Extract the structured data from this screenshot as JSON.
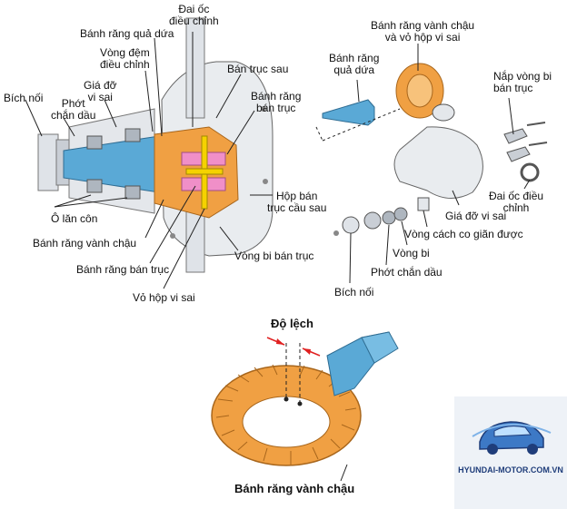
{
  "labels": {
    "dai_oc_top": "Đai ốc\nđiều chỉnh",
    "banh_rang_qua_dua_left": "Bánh răng quả dứa",
    "vong_dem": "Vòng đệm\nđiều chỉnh",
    "gia_do_left": "Giá đỡ\nvi sai",
    "phot_chan_dau_left": "Phớt\nchắn dầu",
    "bich_noi_left": "Bích nối",
    "ban_truc_sau": "Bán trục sau",
    "banh_rang_ban_truc_top": "Bánh răng\nbán trục",
    "hop_ban_truc": "Hộp bán\ntrục cầu sau",
    "o_lan_con": "Ô lăn côn",
    "banh_rang_vanh_chau_left": "Bánh răng vành chậu",
    "banh_rang_ban_truc_bottom": "Bánh răng bán trục",
    "vo_hop_vi_sai": "Vỏ hộp vi sai",
    "vong_bi_ban_truc": "Vòng bi bán trục",
    "banh_rang_vanh_chau_top_right": "Bánh răng vành chậu\nvà vỏ hộp vi sai",
    "banh_rang_qua_dua_right": "Bánh răng\nquả dứa",
    "nap_vong_bi": "Nắp vòng bi\nbán trục",
    "dai_oc_right": "Đai ốc điều\nchỉnh",
    "gia_do_right": "Giá đỡ vi sai",
    "vong_cach": "Vòng cách co giãn được",
    "vong_bi": "Vòng bi",
    "phot_chan_dau_right": "Phớt chắn dầu",
    "bich_noi_right": "Bích nối",
    "do_lech": "Độ lệch",
    "banh_rang_vanh_chau_bottom": "Bánh răng vành chậu"
  },
  "logo": {
    "text": "HYUNDAI-MOTOR.COM.VN"
  },
  "colors": {
    "orange": "#f0a043",
    "blue": "#5aa9d6",
    "pink": "#f08fc8",
    "yellow": "#f5d200",
    "gray": "#cdd2d8"
  }
}
